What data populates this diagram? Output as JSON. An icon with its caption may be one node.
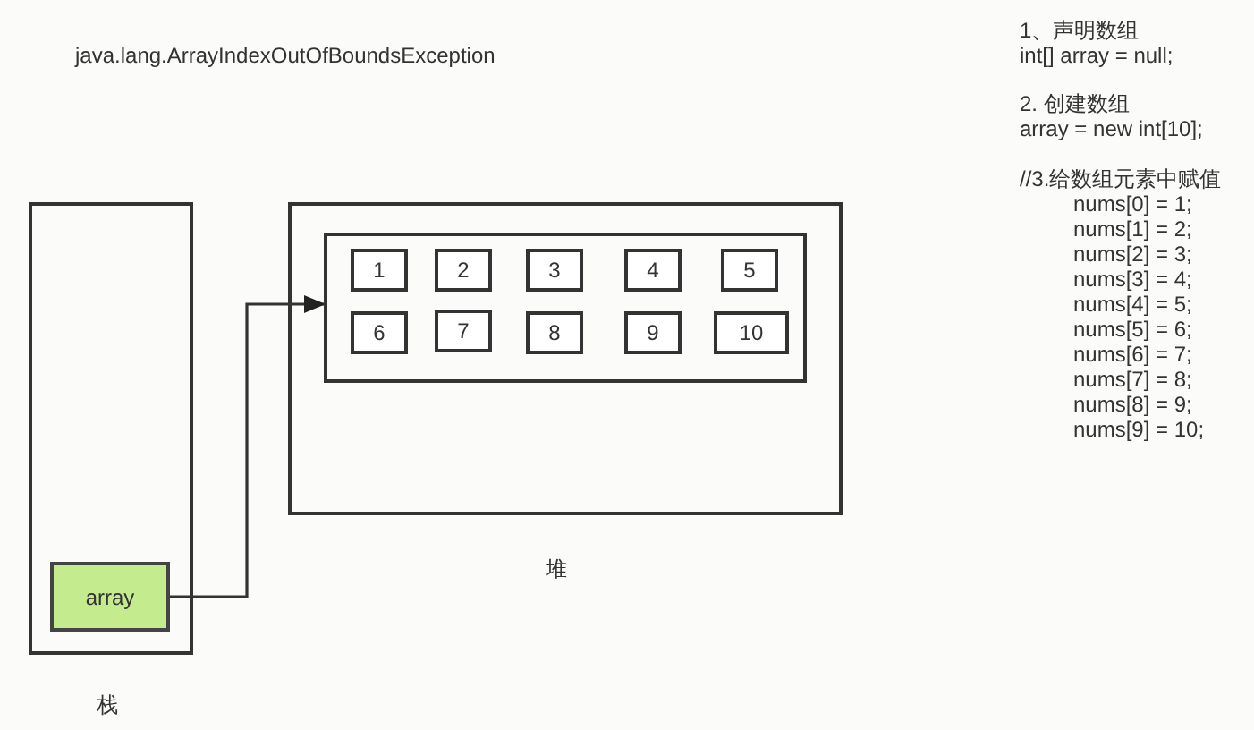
{
  "diagram": {
    "nodes": [
      {
        "text": [
          "栈"
        ]
      },
      {
        "text": [
          "array"
        ],
        "in": 0
      },
      {
        "text": [
          "堆"
        ]
      },
      {
        "text": [],
        "shape": "box",
        "in": 2
      },
      {
        "text": [
          "1"
        ],
        "in": 3
      },
      {
        "text": [
          "2"
        ],
        "in": 3
      },
      {
        "text": [
          "3"
        ],
        "in": 3
      },
      {
        "text": [
          "4"
        ],
        "in": 3
      },
      {
        "text": [
          "5"
        ],
        "in": 3
      },
      {
        "text": [
          "6"
        ],
        "in": 3
      },
      {
        "text": [
          "7"
        ],
        "in": 3
      },
      {
        "text": [
          "8"
        ],
        "in": 3
      },
      {
        "text": [
          "9"
        ],
        "in": 3
      },
      {
        "text": [
          "10"
        ],
        "in": 3
      }
    ],
    "edges": [
      {
        "from": 1,
        "to": 3,
        "arrow": "to"
      }
    ],
    "labels": [
      "java.lang.ArrayIndexOutOfBoundsException",
      "1、声明数组",
      "int[] array = null;",
      "2. 创建数组",
      "array = new int[10];",
      "//3.给数组元素中赋值",
      "nums[0] = 1;",
      "nums[1] = 2;",
      "nums[2] = 3;",
      "nums[3] = 4;",
      "nums[4] = 5;",
      "nums[5] = 6;",
      "nums[6] = 7;",
      "nums[7] = 8;",
      "nums[8] = 9;",
      "nums[9] = 10;"
    ]
  }
}
